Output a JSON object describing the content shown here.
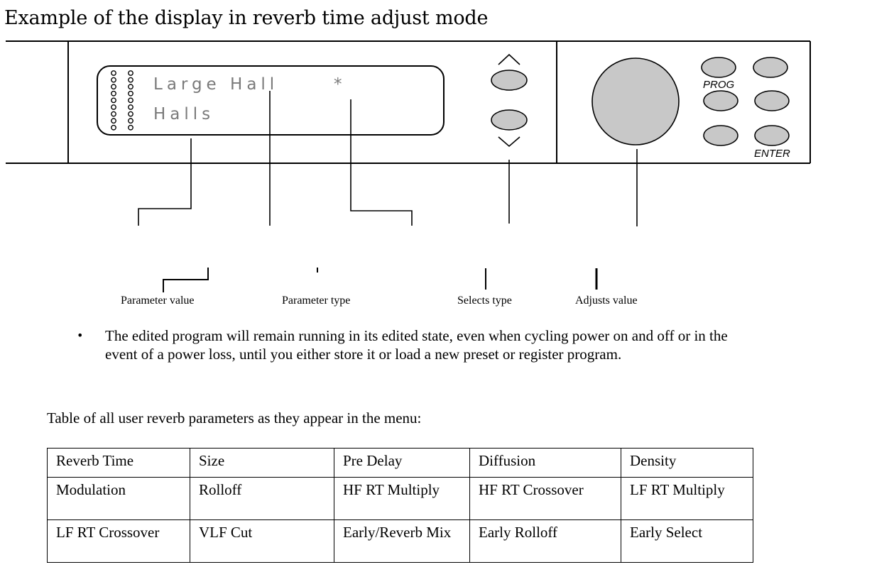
{
  "heading": "Example of the display in reverb time adjust mode",
  "display": {
    "line1": "Large Hall",
    "marker": "*",
    "line2": "Halls"
  },
  "buttons": {
    "prog_label": "PROG",
    "enter_label": "ENTER",
    "up_glyph": "^",
    "down_glyph": "v"
  },
  "callouts": {
    "parameter_value": "Parameter value",
    "parameter_type": "Parameter type",
    "selects_type": "Selects type",
    "adjusts_value": "Adjusts value"
  },
  "bullet": {
    "symbol": "•",
    "text": "The edited program will remain running in its edited state, even when cycling power on and off or in the event of a power loss, until you either store it or load a new preset or register program."
  },
  "table_intro": "Table of all user reverb parameters as they appear in the menu:",
  "table": {
    "rows": [
      [
        "Reverb Time",
        "Size",
        "Pre Delay",
        "Diffusion",
        "Density"
      ],
      [
        "Modulation",
        "Rolloff",
        "HF RT Multiply",
        "HF RT Crossover",
        "LF RT Multiply"
      ],
      [
        "LF RT Crossover",
        "VLF Cut",
        "Early/Reverb Mix",
        "Early Rolloff",
        "Early Select"
      ]
    ]
  }
}
